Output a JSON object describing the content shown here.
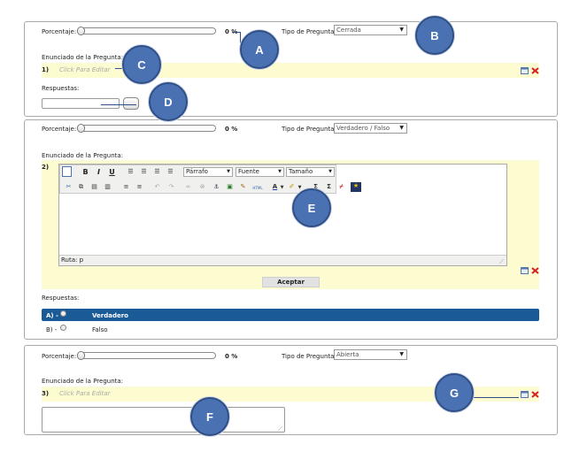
{
  "q1": {
    "percent_label": "Porcentaje:",
    "percent_value": "0 %",
    "type_label": "Tipo de Pregunta:",
    "type_value": "Cerrada",
    "statement_label": "Enunciado de la Pregunta:",
    "number": "1)",
    "placeholder": "Click Para Editar",
    "answers_label": "Respuestas:"
  },
  "q2": {
    "percent_label": "Porcentaje:",
    "percent_value": "0 %",
    "type_label": "Tipo de Pregunta:",
    "type_value": "Verdadero / Falso",
    "statement_label": "Enunciado de la Pregunta:",
    "number": "2)",
    "editor": {
      "format": "Párrafo",
      "font": "Fuente",
      "size": "Tamaño",
      "path_label": "Ruta: p"
    },
    "accept_label": "Aceptar",
    "answers_label": "Respuestas:",
    "answers": [
      {
        "letter": "A) -",
        "text": "Verdadero"
      },
      {
        "letter": "B) -",
        "text": "Falso"
      }
    ]
  },
  "q3": {
    "percent_label": "Porcentaje:",
    "percent_value": "0 %",
    "type_label": "Tipo de Pregunta:",
    "type_value": "Abierta",
    "statement_label": "Enunciado de la Pregunta:",
    "number": "3)",
    "placeholder": "Click Para Editar"
  },
  "callouts": {
    "a": "A",
    "b": "B",
    "c": "C",
    "d": "D",
    "e": "E",
    "f": "F",
    "g": "G"
  },
  "colors": {
    "callout": "#4a72b3",
    "selected_row": "#1a5a96",
    "edit_row": "#fdfbd0"
  },
  "progress": {
    "q1": 0,
    "q2": 0,
    "q3": 0
  }
}
